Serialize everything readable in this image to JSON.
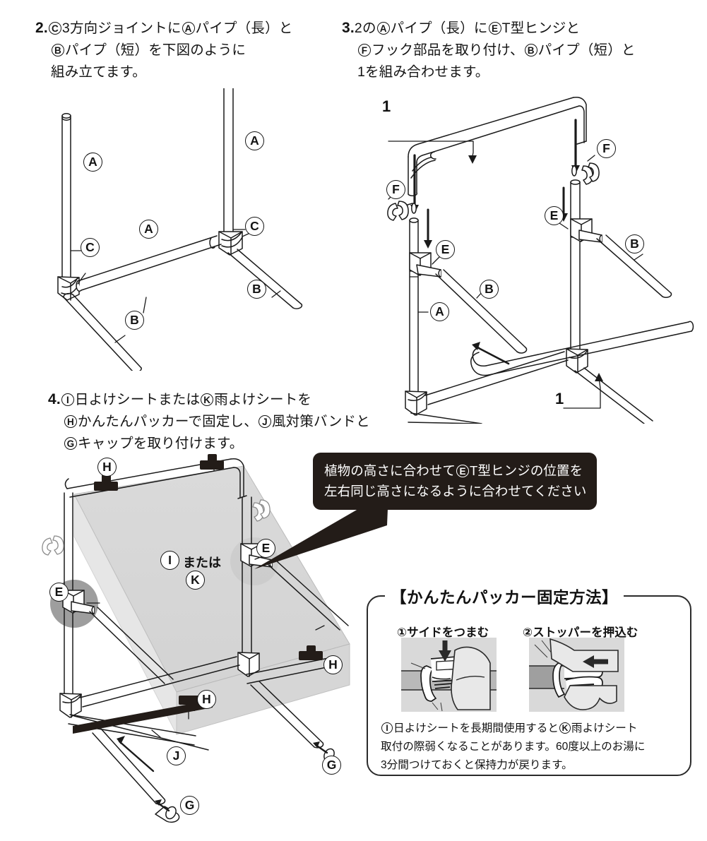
{
  "document": {
    "kind": "assembly-instruction-sheet",
    "language": "ja"
  },
  "steps": [
    {
      "id": "step2",
      "number": "2.",
      "lines": [
        {
          "parts": [
            {
              "t": "label",
              "v": "C"
            },
            {
              "t": "text",
              "v": "3方向ジョイントに"
            },
            {
              "t": "label",
              "v": "A"
            },
            {
              "t": "text",
              "v": "パイプ（長）と"
            }
          ]
        },
        {
          "parts": [
            {
              "t": "label",
              "v": "B"
            },
            {
              "t": "text",
              "v": "パイプ（短）を下図のように"
            }
          ]
        },
        {
          "parts": [
            {
              "t": "text",
              "v": "組み立てます。"
            }
          ]
        }
      ],
      "diagram_labels": [
        {
          "name": "pipe-a-left-vertical",
          "text": "A"
        },
        {
          "name": "pipe-a-right-vertical",
          "text": "A"
        },
        {
          "name": "pipe-a-crossbar",
          "text": "A"
        },
        {
          "name": "joint-c-left",
          "text": "C"
        },
        {
          "name": "joint-c-right",
          "text": "C"
        },
        {
          "name": "pipe-b-left-leg",
          "text": "B"
        },
        {
          "name": "pipe-b-right-leg",
          "text": "B"
        }
      ]
    },
    {
      "id": "step3",
      "number": "3.",
      "lines": [
        {
          "parts": [
            {
              "t": "text",
              "v": "2の"
            },
            {
              "t": "label",
              "v": "A"
            },
            {
              "t": "text",
              "v": "パイプ（長）に"
            },
            {
              "t": "label",
              "v": "E"
            },
            {
              "t": "text",
              "v": "T型ヒンジと"
            }
          ]
        },
        {
          "parts": [
            {
              "t": "label",
              "v": "F"
            },
            {
              "t": "text",
              "v": "フック部品を取り付け、"
            },
            {
              "t": "label",
              "v": "B"
            },
            {
              "t": "text",
              "v": "パイプ（短）と"
            }
          ]
        },
        {
          "parts": [
            {
              "t": "text",
              "v": "1を組み合わせます。"
            }
          ]
        }
      ],
      "diagram_labels": [
        {
          "name": "assembly-1-top",
          "text": "1"
        },
        {
          "name": "assembly-1-bottom",
          "text": "1"
        },
        {
          "name": "hook-f-left",
          "text": "F"
        },
        {
          "name": "hook-f-right",
          "text": "F"
        },
        {
          "name": "hinge-e-left",
          "text": "E"
        },
        {
          "name": "hinge-e-right",
          "text": "E"
        },
        {
          "name": "pipe-a-left",
          "text": "A"
        },
        {
          "name": "pipe-b-left",
          "text": "B"
        },
        {
          "name": "pipe-b-right",
          "text": "B"
        }
      ]
    },
    {
      "id": "step4",
      "number": "4.",
      "lines": [
        {
          "parts": [
            {
              "t": "label",
              "v": "I"
            },
            {
              "t": "text",
              "v": "日よけシートまたは"
            },
            {
              "t": "label",
              "v": "K"
            },
            {
              "t": "text",
              "v": "雨よけシートを"
            }
          ]
        },
        {
          "parts": [
            {
              "t": "label",
              "v": "H"
            },
            {
              "t": "text",
              "v": "かんたんパッカーで固定し、"
            },
            {
              "t": "label",
              "v": "J"
            },
            {
              "t": "text",
              "v": "風対策バンドと"
            }
          ]
        },
        {
          "parts": [
            {
              "t": "label",
              "v": "G"
            },
            {
              "t": "text",
              "v": "キャップを取り付けます。"
            }
          ]
        }
      ],
      "diagram_labels": [
        {
          "name": "packer-h-top-left",
          "text": "H"
        },
        {
          "name": "packer-h-bottom-center",
          "text": "H"
        },
        {
          "name": "packer-h-right",
          "text": "H"
        },
        {
          "name": "hinge-e-left",
          "text": "E"
        },
        {
          "name": "hinge-e-right",
          "text": "E"
        },
        {
          "name": "sheet-i",
          "text": "I"
        },
        {
          "name": "sheet-k",
          "text": "K"
        },
        {
          "name": "sheet-or",
          "text": "または"
        },
        {
          "name": "band-j",
          "text": "J"
        },
        {
          "name": "cap-g-left",
          "text": "G"
        },
        {
          "name": "cap-g-right",
          "text": "G"
        }
      ]
    }
  ],
  "callout": {
    "lines": [
      [
        {
          "t": "text",
          "v": "植物の高さに合わせて"
        },
        {
          "t": "label",
          "v": "E"
        },
        {
          "t": "text",
          "v": "T型ヒンジの位置を"
        }
      ],
      [
        {
          "t": "text",
          "v": "左右同じ高さになるように合わせてください"
        }
      ]
    ],
    "background": "#231c18",
    "color": "#ffffff"
  },
  "packer_panel": {
    "title": "【かんたんパッカー固定方法】",
    "photos": [
      {
        "name": "photo-pinch-side",
        "heading": "①サイドをつまむ",
        "arrow": "down"
      },
      {
        "name": "photo-push-stopper",
        "heading": "②ストッパーを押込む",
        "arrow": "left"
      }
    ],
    "note_lines": [
      [
        {
          "t": "label",
          "v": "I"
        },
        {
          "t": "text",
          "v": "日よけシートを長期間使用すると"
        },
        {
          "t": "label",
          "v": "K"
        },
        {
          "t": "text",
          "v": "雨よけシート"
        }
      ],
      [
        {
          "t": "text",
          "v": "取付の際弱くなることがあります。60度以上のお湯に"
        }
      ],
      [
        {
          "t": "text",
          "v": "3分間つけておくと保持力が戻ります。"
        }
      ]
    ]
  },
  "colors": {
    "ink": "#1a1a1a",
    "sheet_fill": "#d2d2d2",
    "highlight_circle": "#9a9a9a",
    "band_black": "#231c18",
    "photo_bg": "#d9d9d9",
    "page_bg": "#ffffff"
  }
}
